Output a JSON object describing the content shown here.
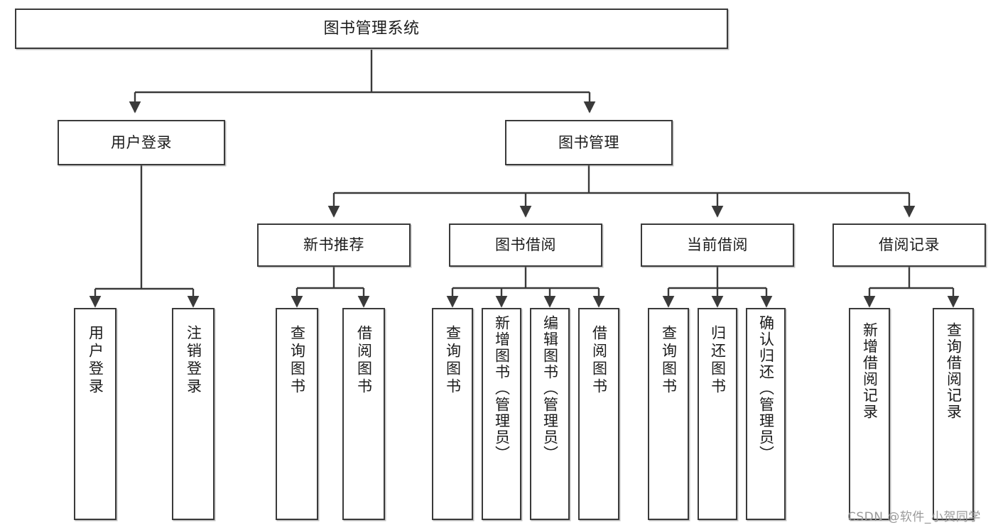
{
  "diagram": {
    "title": "图书管理系统",
    "type": "tree-hierarchy",
    "root": {
      "id": "root",
      "label": "图书管理系统"
    },
    "level2": [
      {
        "id": "user-login",
        "label": "用户登录"
      },
      {
        "id": "book-management",
        "label": "图书管理"
      }
    ],
    "level3": [
      {
        "id": "new-book-recommend",
        "label": "新书推荐",
        "parent": "book-management"
      },
      {
        "id": "book-borrow",
        "label": "图书借阅",
        "parent": "book-management"
      },
      {
        "id": "current-borrow",
        "label": "当前借阅",
        "parent": "book-management"
      },
      {
        "id": "borrow-record",
        "label": "借阅记录",
        "parent": "book-management"
      }
    ],
    "leaves": {
      "user_login": [
        {
          "id": "leaf-user-login",
          "label": "用户登录"
        },
        {
          "id": "leaf-logout-login",
          "label": "注销登录"
        }
      ],
      "new_book_recommend": [
        {
          "id": "leaf-query-book-1",
          "label": "查询图书"
        },
        {
          "id": "leaf-borrow-book-1",
          "label": "借阅图书"
        }
      ],
      "book_borrow": [
        {
          "id": "leaf-query-book-2",
          "label": "查询图书"
        },
        {
          "id": "leaf-add-book",
          "label": "新增图书（管理员）"
        },
        {
          "id": "leaf-edit-book",
          "label": "编辑图书（管理员）"
        },
        {
          "id": "leaf-borrow-book-2",
          "label": "借阅图书"
        }
      ],
      "current_borrow": [
        {
          "id": "leaf-query-book-3",
          "label": "查询图书"
        },
        {
          "id": "leaf-return-book",
          "label": "归还图书"
        },
        {
          "id": "leaf-confirm-return",
          "label": "确认归还（管理员）"
        }
      ],
      "borrow_record": [
        {
          "id": "leaf-add-record",
          "label": "新增借阅记录"
        },
        {
          "id": "leaf-query-record",
          "label": "查询借阅记录"
        }
      ]
    }
  },
  "watermark": {
    "text": "CSDN @软件_小贺同学"
  },
  "colors": {
    "border": "#3a3a3a",
    "text": "#1b1b1b",
    "background": "#ffffff",
    "watermark": "#9a9a9a"
  }
}
